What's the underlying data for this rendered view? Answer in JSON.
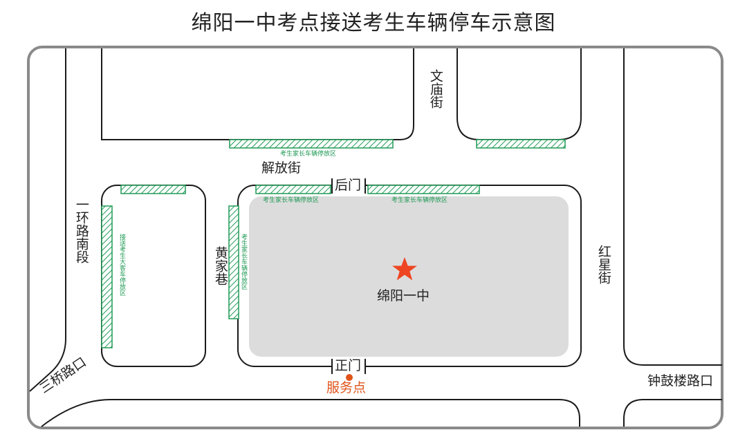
{
  "title": "绵阳一中考点接送考生车辆停车示意图",
  "school": {
    "name": "绵阳一中",
    "star_color": "#ee4522"
  },
  "gates": {
    "back": "后门",
    "front": "正门"
  },
  "service_point": {
    "label": "服务点",
    "color": "#e0541b"
  },
  "streets": {
    "wenmiao": "文庙街",
    "jiefang": "解放街",
    "yihuan": "一环路南段",
    "huangjia": "黄家巷",
    "hongxing": "红星街",
    "sanqiao": "三桥路口",
    "zhonggulou": "钟鼓楼路口"
  },
  "parking_zones": {
    "jiefang_top": "考生家长车辆停放区",
    "back_left": "考生家长车辆停放区",
    "back_right": "考生家长车辆停放区",
    "yihuan_bus": "接送考生大客车停放区",
    "huangjia": "考生家长车辆停放区"
  },
  "colors": {
    "road_outline": "#1a1a1a",
    "border": "#888888",
    "campus": "#dcdcdc",
    "zone": "#1f9a55"
  }
}
